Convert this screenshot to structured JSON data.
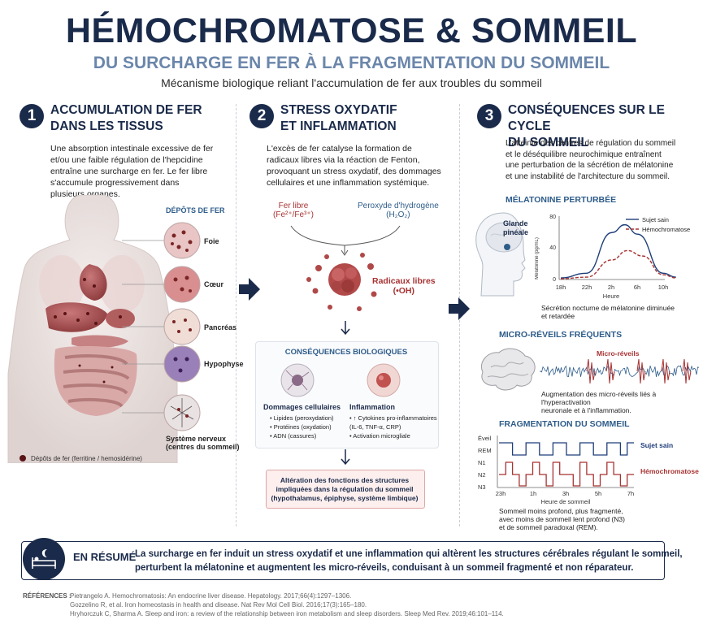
{
  "header": {
    "title": "HÉMOCHROMATOSE & SOMMEIL",
    "subtitle": "DU SURCHARGE EN FER À LA FRAGMENTATION DU SOMMEIL",
    "tagline": "Mécanisme biologique reliant l'accumulation de fer aux troubles du sommeil"
  },
  "col1": {
    "number": "1",
    "heading_line1": "ACCUMULATION DE FER",
    "heading_line2": "DANS LES TISSUS",
    "text_lines": [
      "Une absorption intestinale excessive de fer",
      "et/ou une faible régulation de l'hepcidine",
      "entraîne une surcharge en fer. Le fer libre",
      "s'accumule progressivement dans",
      "plusieurs organes."
    ],
    "deposits_title": "DÉPÔTS DE FER",
    "organs": [
      "Foie",
      "Cœur",
      "Pancréas",
      "Hypophyse",
      "Système nerveux",
      "(centres du sommeil)"
    ],
    "legend": "Dépôts de fer (ferritine / hemosidérine)"
  },
  "col2": {
    "number": "2",
    "heading_line1": "STRESS OXYDATIF",
    "heading_line2": "ET INFLAMMATION",
    "text_lines": [
      "L'excès de fer catalyse la formation de",
      "radicaux libres via la réaction de Fenton,",
      "provoquant un stress oxydatif, des dommages",
      "cellulaires et une inflammation systémique."
    ],
    "free_iron": "Fer libre",
    "free_iron_formula": "(Fe²⁺/Fe³⁺)",
    "peroxide": "Peroxyde d'hydrogène",
    "peroxide_formula": "(H₂O₂)",
    "radicals": "Radicaux libres",
    "radicals_formula": "(•OH)",
    "consequences_title": "CONSÉQUENCES BIOLOGIQUES",
    "damage_title": "Dommages cellulaires",
    "damage_items": [
      "• Lipides (peroxydation)",
      "• Protéines (oxydation)",
      "• ADN (cassures)"
    ],
    "inflam_title": "Inflammation",
    "inflam_items": [
      "• ↑ Cytokines pro-inflammatoires",
      "(IL-6, TNF-α, CRP)",
      "• Activation microgliale"
    ],
    "alteration_lines": [
      "Altération des fonctions des structures",
      "impliquées dans la régulation du sommeil",
      "(hypothalamus, épiphyse, système limbique)"
    ]
  },
  "col3": {
    "number": "3",
    "heading_line1": "CONSÉQUENCES SUR LE CYCLE",
    "heading_line2": "DU SOMMEIL",
    "text_lines": [
      "L'atteinte des centres de régulation du sommeil",
      "et le déséquilibre neurochimique entraînent",
      "une perturbation de la sécrétion de mélatonine",
      "et une instabilité de l'architecture du sommeil."
    ],
    "melatonin_title": "MÉLATONINE PERTURBÉE",
    "pineal_label_1": "Glande",
    "pineal_label_2": "pinéale",
    "mel_ylabel": "Mélatonine (pg/mL)",
    "mel_yticks": [
      "80",
      "40",
      "0"
    ],
    "mel_xticks": [
      "18h",
      "22h",
      "2h",
      "6h",
      "10h"
    ],
    "mel_xlabel": "Heure",
    "mel_legend": [
      "Sujet sain",
      "Hémochromatose"
    ],
    "mel_note_1": "Sécrétion nocturne de mélatonine diminuée",
    "mel_note_2": "et retardée",
    "micro_title": "MICRO-RÉVEILS FRÉQUENTS",
    "micro_label": "Micro-réveils",
    "micro_note_1": "Augmentation des micro-réveils liés à l'hyperactivation",
    "micro_note_2": "neuronale et à l'inflammation.",
    "frag_title": "FRAGMENTATION DU SOMMEIL",
    "frag_stages": [
      "Éveil",
      "REM",
      "N1",
      "N2",
      "N3"
    ],
    "frag_xticks": [
      "23h",
      "1h",
      "3h",
      "5h",
      "7h"
    ],
    "frag_xlabel": "Heure de sommeil",
    "frag_legend": [
      "Sujet sain",
      "Hémochromatose"
    ],
    "frag_note": [
      "Sommeil moins profond, plus fragmenté,",
      "avec moins de sommeil lent profond (N3)",
      "et de sommeil paradoxal (REM)."
    ]
  },
  "summary": {
    "label": "EN RÉSUMÉ",
    "line1": "La surcharge en fer induit un stress oxydatif et une inflammation qui altèrent les structures cérébrales régulant le sommeil,",
    "line2": "perturbent la mélatonine et augmentent les micro-réveils, conduisant à un sommeil fragmenté et non réparateur."
  },
  "references": {
    "label": "RÉFÉRENCES :",
    "items": [
      "Pietrangelo A. Hemochromatosis: An endocrine liver disease. Hepatology. 2017;66(4):1297–1306.",
      "Gozzelino R, et al. Iron homeostasis in health and disease. Nat Rev Mol Cell Biol. 2016;17(3):165–180.",
      "Hryhorczuk C, Sharma A. Sleep and iron: a review of the relationship between iron metabolism and sleep disorders. Sleep Med Rev. 2019;46:101–114."
    ]
  },
  "colors": {
    "navy": "#1a2a4a",
    "blue": "#2e5c8a",
    "red": "#a83232",
    "healthy": "#1f3e7a"
  },
  "chart_data": [
    {
      "type": "line",
      "title": "MÉLATONINE PERTURBÉE",
      "xlabel": "Heure",
      "ylabel": "Mélatonine (pg/mL)",
      "categories": [
        "18h",
        "22h",
        "2h",
        "6h",
        "10h"
      ],
      "ylim": [
        0,
        80
      ],
      "series": [
        {
          "name": "Sujet sain",
          "x": [
            0,
            1,
            2,
            2.5,
            3,
            4,
            4.5
          ],
          "values": [
            2,
            8,
            60,
            70,
            58,
            8,
            3
          ]
        },
        {
          "name": "Hémochromatose",
          "x": [
            0,
            1,
            2,
            2.6,
            3.2,
            4,
            4.5
          ],
          "values": [
            1,
            3,
            25,
            37,
            30,
            6,
            2
          ]
        }
      ],
      "legend": "top-right"
    },
    {
      "type": "line",
      "title": "FRAGMENTATION DU SOMMEIL",
      "xlabel": "Heure de sommeil",
      "ylabel": "",
      "categories": [
        "23h",
        "1h",
        "3h",
        "5h",
        "7h"
      ],
      "stages": [
        "Éveil",
        "REM",
        "N1",
        "N2",
        "N3"
      ],
      "series": [
        {
          "name": "Sujet sain",
          "values": [
            4,
            4,
            3,
            3,
            4,
            4,
            3,
            3,
            4,
            4,
            3,
            3,
            4,
            4,
            3,
            3,
            4,
            4,
            3,
            4
          ]
        },
        {
          "name": "Hémochromatose",
          "values": [
            1,
            2,
            1,
            0,
            1,
            2,
            1,
            0,
            2,
            1,
            1,
            0,
            2,
            1,
            0,
            1,
            2,
            1,
            0,
            1
          ]
        }
      ],
      "legend": "right"
    }
  ]
}
